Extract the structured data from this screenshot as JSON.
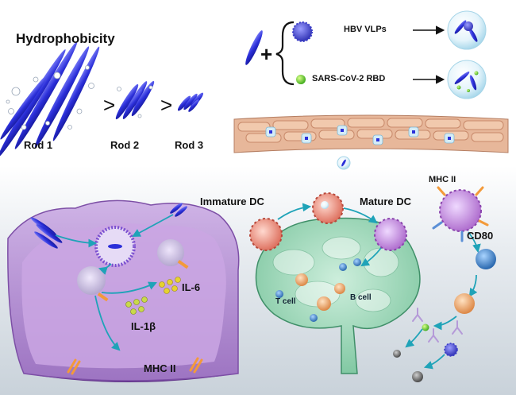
{
  "hydrophobicity_panel": {
    "title": "Hydrophobicity",
    "comparator_1": ">",
    "comparator_2": ">",
    "rods": [
      "Rod 1",
      "Rod 2",
      "Rod 3"
    ]
  },
  "formulation_panel": {
    "plus": "+",
    "antigens": [
      "HBV VLPs",
      "SARS-CoV-2 RBD"
    ]
  },
  "cell_panel": {
    "cytokines": [
      "IL-6",
      "IL-1β"
    ],
    "surface_marker": "MHC II"
  },
  "immune_panel": {
    "immature_dc": "Immature DC",
    "mature_dc": "Mature DC",
    "markers": [
      "MHC II",
      "CD80"
    ],
    "t_cell": "T cell",
    "b_cell": "B cell"
  },
  "colors": {
    "rod_blue": "#2b2fd9",
    "cell_purple": "#b58fd1",
    "lymph_green": "#7fc7a4",
    "arrow_teal": "#1fa3b8"
  }
}
